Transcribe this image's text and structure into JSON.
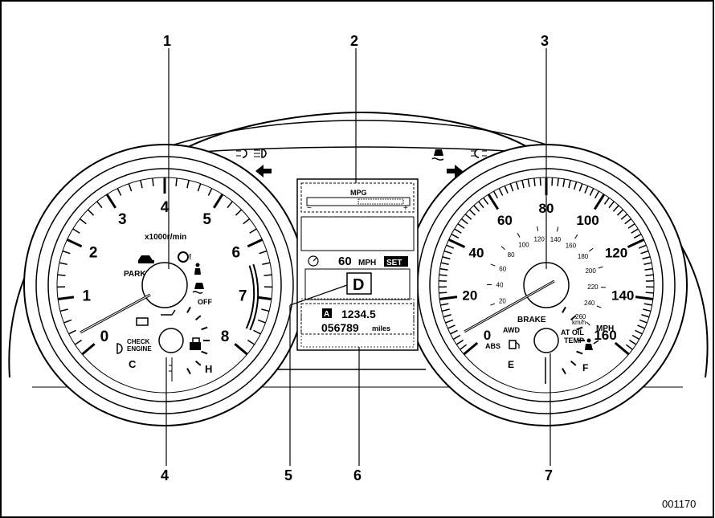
{
  "callouts": [
    "1",
    "2",
    "3",
    "4",
    "5",
    "6",
    "7"
  ],
  "figure_id": "001170",
  "tachometer": {
    "numbers": [
      "0",
      "1",
      "2",
      "3",
      "4",
      "5",
      "6",
      "7",
      "8"
    ],
    "unit": "x1000r/min",
    "park_label": "PARK",
    "check_engine": [
      "CHECK",
      "ENGINE"
    ],
    "off_label": "OFF",
    "cold_label": "C",
    "hot_label": "H"
  },
  "display": {
    "mpg_label": "MPG",
    "speed_value": "60",
    "speed_unit": "MPH",
    "set_label": "SET",
    "gear": "D",
    "trip_badge": "A",
    "trip_value": "1234.5",
    "odometer_value": "056789",
    "odometer_unit": "miles"
  },
  "speedometer": {
    "numbers": [
      "0",
      "20",
      "40",
      "60",
      "80",
      "100",
      "120",
      "140",
      "160"
    ],
    "unit": "MPH",
    "kmh_numbers": [
      "20",
      "40",
      "60",
      "80",
      "100",
      "120",
      "140",
      "160",
      "180",
      "200",
      "220",
      "240",
      "260"
    ],
    "kmh_unit": "km/h",
    "brake_label": "BRAKE",
    "awd_label": "AWD",
    "abs_label": "ABS",
    "at_oil_temp": [
      "AT OIL",
      "TEMP"
    ],
    "empty_label": "E",
    "full_label": "F"
  }
}
